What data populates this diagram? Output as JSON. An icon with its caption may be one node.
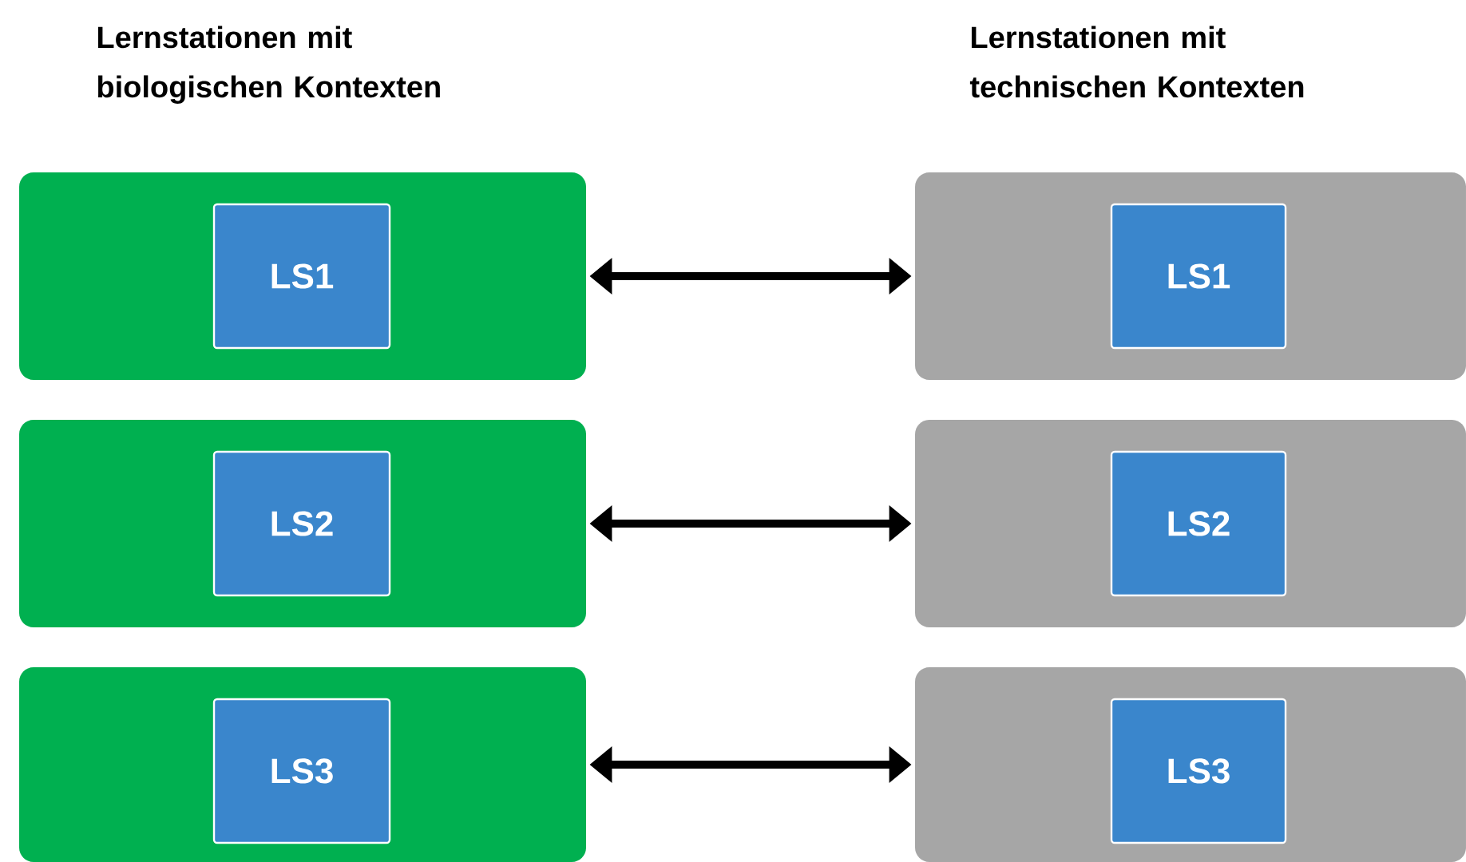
{
  "diagram": {
    "nodes": [
      {
        "text": [],
        "shape": "box"
      },
      {
        "text": [
          "LS1"
        ],
        "in": 0
      },
      {
        "text": [],
        "shape": "box"
      },
      {
        "text": [
          "LS1"
        ],
        "in": 2
      },
      {
        "text": [],
        "shape": "box"
      },
      {
        "text": [
          "LS2"
        ],
        "in": 4
      },
      {
        "text": [],
        "shape": "box"
      },
      {
        "text": [
          "LS2"
        ],
        "in": 6
      },
      {
        "text": [],
        "shape": "box"
      },
      {
        "text": [
          "LS3"
        ],
        "in": 8
      },
      {
        "text": [],
        "shape": "box"
      },
      {
        "text": [
          "LS3"
        ],
        "in": 10
      }
    ],
    "edges": [
      {
        "from": 0,
        "to": 2,
        "arrow": "both"
      },
      {
        "from": 4,
        "to": 6,
        "arrow": "both"
      },
      {
        "from": 8,
        "to": 10,
        "arrow": "both"
      }
    ],
    "labels": [
      "Lernstationen mit biologischen Kontexten",
      "Lernstationen mit technischen Kontexten"
    ]
  }
}
